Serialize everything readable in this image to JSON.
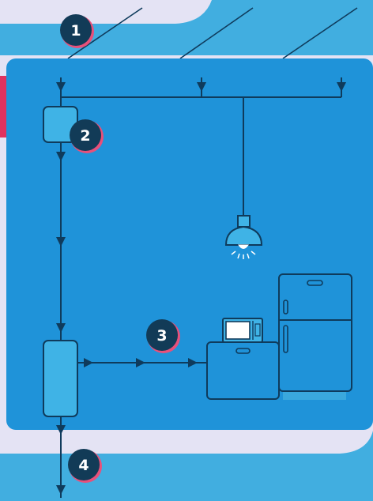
{
  "badges": [
    {
      "number": "1"
    },
    {
      "number": "2"
    },
    {
      "number": "3"
    },
    {
      "number": "4"
    }
  ],
  "colors": {
    "sky": "#41aee0",
    "sky_dark": "#3aa6da",
    "panel_lavender": "#e4e3f4",
    "house_blue": "#1f93d9",
    "line_navy": "#0f3b5c",
    "box_fill": "#3fb3e6",
    "badge_navy": "#123b57",
    "badge_accent": "#e8507a",
    "red_tab": "#e0325f",
    "lamp_glow": "#ffffff",
    "fridge_shadow": "#3aa8dd"
  },
  "icons": [
    "power-line-icon",
    "meter-icon",
    "distribution-panel-icon",
    "pendant-lamp-icon",
    "microwave-icon",
    "kitchen-counter-icon",
    "refrigerator-icon",
    "flow-arrow-icon"
  ]
}
